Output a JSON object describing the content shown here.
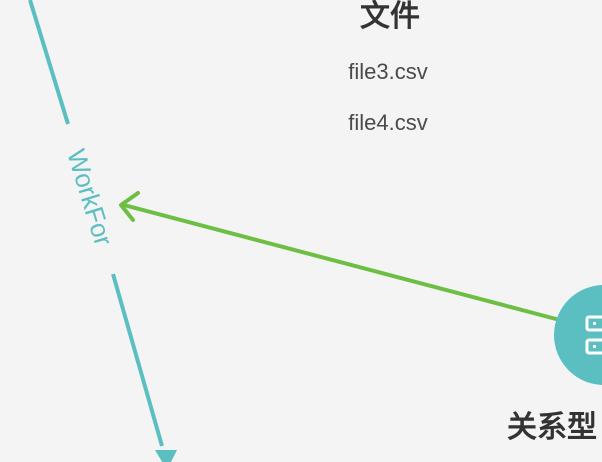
{
  "file_group": {
    "title": "文件",
    "items": [
      "file3.csv",
      "file4.csv"
    ]
  },
  "edge": {
    "label": "WorkFor"
  },
  "db_node": {
    "label": "关系型"
  },
  "colors": {
    "background": "#f4f4f4",
    "teal": "#5bbfc2",
    "green": "#6dbf44",
    "text_dark": "#333333",
    "text_mid": "#4a4a4a"
  },
  "icons": {
    "db_node": "server-icon"
  }
}
